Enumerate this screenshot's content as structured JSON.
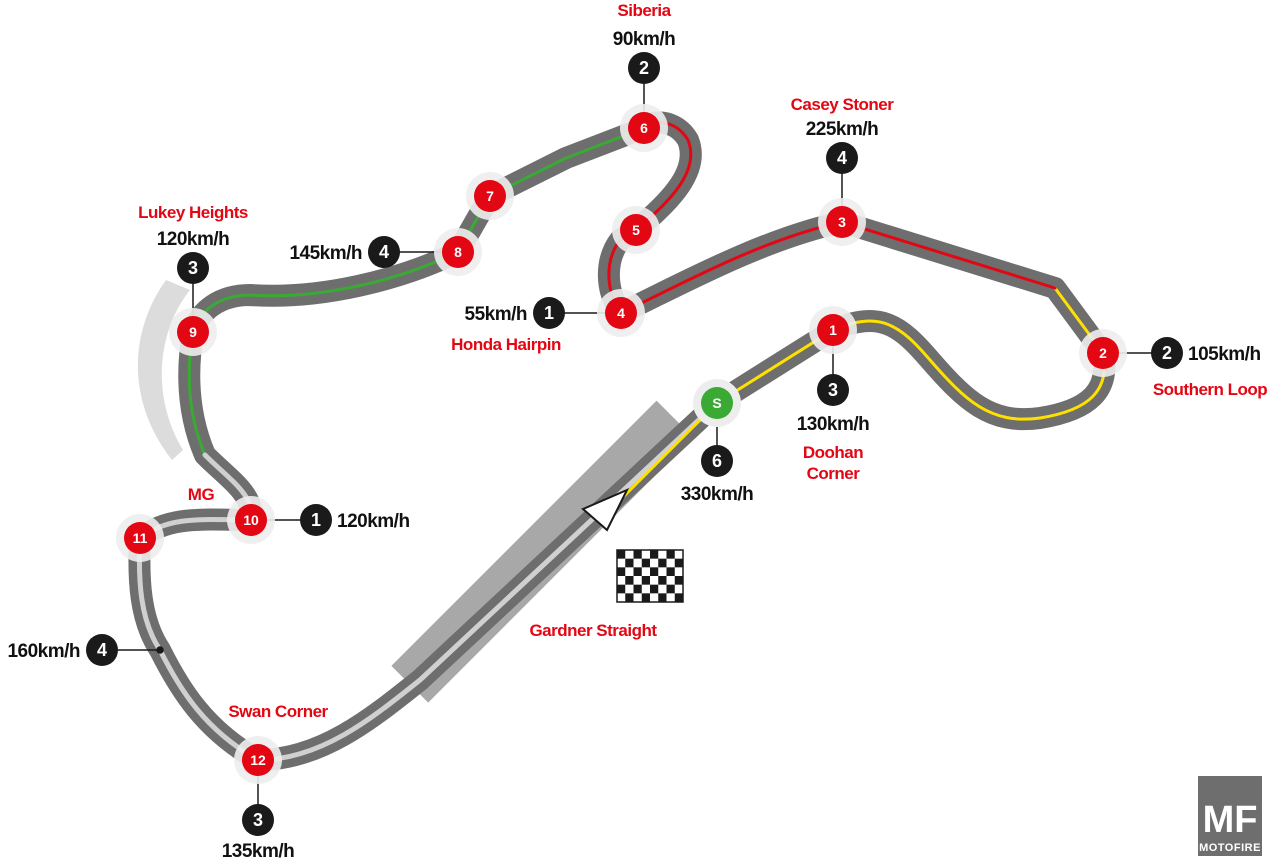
{
  "colors": {
    "track_outer": "#6e6e6e",
    "track_inner": "#c8c8c8",
    "sector_red": "#e30613",
    "sector_yellow": "#ffe100",
    "sector_green": "#3aaa35",
    "turn_marker": "#e30613",
    "start_marker": "#3aaa35",
    "gear_badge": "#1a1a1a",
    "pit_block": "#a8a8a8"
  },
  "start": {
    "label": "S"
  },
  "corners": [
    {
      "number": "1",
      "name": "Doohan Corner",
      "name_lines": [
        "Doohan",
        "Corner"
      ],
      "gear": "3",
      "speed": "130km/h"
    },
    {
      "number": "2",
      "name": "Southern Loop",
      "name_lines": [
        "Southern Loop"
      ],
      "gear": "2",
      "speed": "105km/h"
    },
    {
      "number": "3",
      "name": "Casey Stoner",
      "name_lines": [
        "Casey Stoner"
      ],
      "gear": "4",
      "speed": "225km/h"
    },
    {
      "number": "4",
      "name": "Honda Hairpin",
      "name_lines": [
        "Honda Hairpin"
      ],
      "gear": "1",
      "speed": "55km/h"
    },
    {
      "number": "5",
      "name": "",
      "name_lines": [],
      "gear": "",
      "speed": ""
    },
    {
      "number": "6",
      "name": "Siberia",
      "name_lines": [
        "Siberia"
      ],
      "gear": "2",
      "speed": "90km/h"
    },
    {
      "number": "7",
      "name": "",
      "name_lines": [],
      "gear": "",
      "speed": ""
    },
    {
      "number": "8",
      "name": "",
      "name_lines": [],
      "gear": "4",
      "speed": "145km/h"
    },
    {
      "number": "9",
      "name": "Lukey Heights",
      "name_lines": [
        "Lukey Heights"
      ],
      "gear": "3",
      "speed": "120km/h"
    },
    {
      "number": "10",
      "name": "MG",
      "name_lines": [
        "MG"
      ],
      "gear": "1",
      "speed": "120km/h"
    },
    {
      "number": "11",
      "name": "",
      "name_lines": [],
      "gear": "",
      "speed": ""
    },
    {
      "number": "12",
      "name": "Swan Corner",
      "name_lines": [
        "Swan Corner"
      ],
      "gear": "3",
      "speed": "135km/h"
    }
  ],
  "extra_points": [
    {
      "id": "start-finish",
      "gear": "6",
      "speed": "330km/h"
    },
    {
      "id": "sweeper",
      "gear": "4",
      "speed": "160km/h"
    }
  ],
  "straight_name": "Gardner Straight",
  "logo": {
    "mark": "MF",
    "text": "MOTOFIRE"
  }
}
